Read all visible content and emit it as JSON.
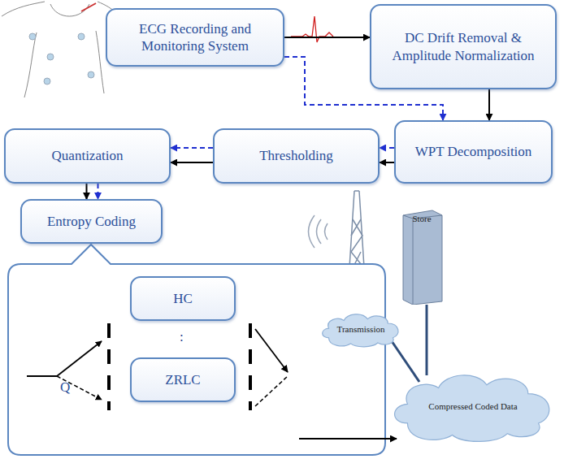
{
  "diagram": {
    "nodes": [
      {
        "text": [
          "ECG Recording and Monitoring System"
        ]
      },
      {
        "text": [
          "DC Drift Removal & Amplitude Normalization"
        ]
      },
      {
        "text": [
          "WPT Decomposition"
        ]
      },
      {
        "text": [
          "Thresholding"
        ]
      },
      {
        "text": [
          "Quantization"
        ]
      },
      {
        "text": [
          "Entropy Coding"
        ]
      },
      {
        "text": [
          "HC"
        ]
      },
      {
        "text": [
          "ZRLC"
        ]
      },
      {
        "text": [
          "Transmission"
        ]
      },
      {
        "text": [
          "Store"
        ]
      },
      {
        "text": [
          "Compressed Coded Data"
        ]
      }
    ],
    "edges": [
      {
        "from": 0,
        "to": 1,
        "arrow": "to"
      },
      {
        "from": 0,
        "to": 2,
        "arrow": "to"
      },
      {
        "from": 1,
        "to": 2,
        "arrow": "to"
      },
      {
        "from": 2,
        "to": 3,
        "arrow": "to"
      },
      {
        "from": 2,
        "to": 3,
        "arrow": "to"
      },
      {
        "from": 3,
        "to": 4,
        "arrow": "to"
      },
      {
        "from": 3,
        "to": 4,
        "arrow": "to"
      },
      {
        "from": 4,
        "to": 5,
        "arrow": "to"
      },
      {
        "from": 4,
        "to": 5,
        "arrow": "to"
      },
      {
        "from": 8,
        "to": 10,
        "arrow": "none"
      },
      {
        "from": 9,
        "to": 10,
        "arrow": "none"
      }
    ],
    "labels": [
      "Q",
      ":"
    ]
  }
}
